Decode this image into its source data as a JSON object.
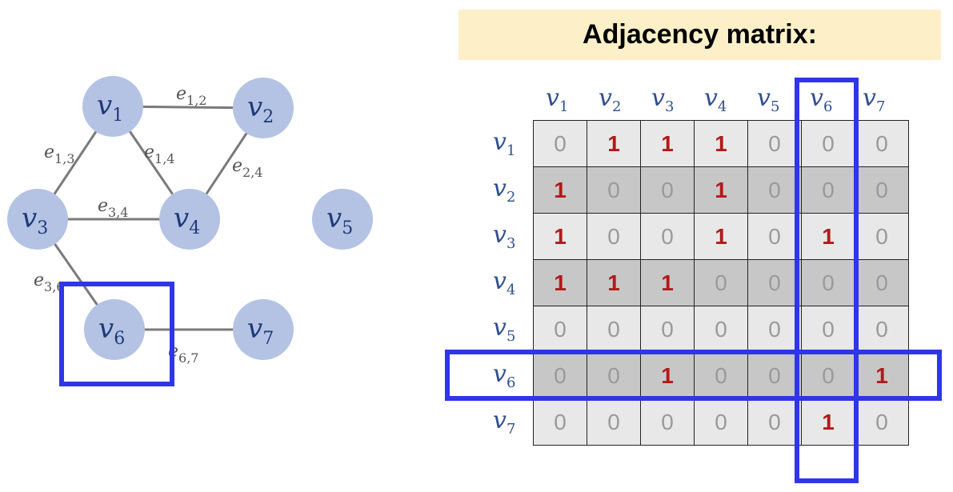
{
  "title": "Adjacency matrix:",
  "graph": {
    "nodes": [
      {
        "id": "v1",
        "letter": "v",
        "sub": "1"
      },
      {
        "id": "v2",
        "letter": "v",
        "sub": "2"
      },
      {
        "id": "v3",
        "letter": "v",
        "sub": "3"
      },
      {
        "id": "v4",
        "letter": "v",
        "sub": "4"
      },
      {
        "id": "v5",
        "letter": "v",
        "sub": "5"
      },
      {
        "id": "v6",
        "letter": "v",
        "sub": "6"
      },
      {
        "id": "v7",
        "letter": "v",
        "sub": "7"
      }
    ],
    "edges": [
      {
        "from": "v1",
        "to": "v2",
        "letter": "e",
        "sub": "1,2"
      },
      {
        "from": "v1",
        "to": "v3",
        "letter": "e",
        "sub": "1,3"
      },
      {
        "from": "v1",
        "to": "v4",
        "letter": "e",
        "sub": "1,4"
      },
      {
        "from": "v2",
        "to": "v4",
        "letter": "e",
        "sub": "2,4"
      },
      {
        "from": "v3",
        "to": "v4",
        "letter": "e",
        "sub": "3,4"
      },
      {
        "from": "v3",
        "to": "v6",
        "letter": "e",
        "sub": "3,6"
      },
      {
        "from": "v6",
        "to": "v7",
        "letter": "e",
        "sub": "6,7"
      }
    ],
    "highlighted_node": "v6"
  },
  "matrix": {
    "column_labels": [
      {
        "letter": "v",
        "sub": "1"
      },
      {
        "letter": "v",
        "sub": "2"
      },
      {
        "letter": "v",
        "sub": "3"
      },
      {
        "letter": "v",
        "sub": "4"
      },
      {
        "letter": "v",
        "sub": "5"
      },
      {
        "letter": "v",
        "sub": "6"
      },
      {
        "letter": "v",
        "sub": "7"
      }
    ],
    "row_labels": [
      {
        "letter": "v",
        "sub": "1"
      },
      {
        "letter": "v",
        "sub": "2"
      },
      {
        "letter": "v",
        "sub": "3"
      },
      {
        "letter": "v",
        "sub": "4"
      },
      {
        "letter": "v",
        "sub": "5"
      },
      {
        "letter": "v",
        "sub": "6"
      },
      {
        "letter": "v",
        "sub": "7"
      }
    ],
    "cells": [
      [
        "0",
        "1",
        "1",
        "1",
        "0",
        "0",
        "0"
      ],
      [
        "1",
        "0",
        "0",
        "1",
        "0",
        "0",
        "0"
      ],
      [
        "1",
        "0",
        "0",
        "1",
        "0",
        "1",
        "0"
      ],
      [
        "1",
        "1",
        "1",
        "0",
        "0",
        "0",
        "0"
      ],
      [
        "0",
        "0",
        "0",
        "0",
        "0",
        "0",
        "0"
      ],
      [
        "0",
        "0",
        "1",
        "0",
        "0",
        "0",
        "1"
      ],
      [
        "0",
        "0",
        "0",
        "0",
        "0",
        "1",
        "0"
      ]
    ],
    "highlighted_row": "v6",
    "highlighted_column": "v6"
  },
  "colors": {
    "node_fill": "#b4c3e3",
    "highlight": "#2f35e8",
    "one_value": "#b21a1a",
    "zero_value": "#9a9a9a",
    "title_bg": "#fdf0c8"
  }
}
